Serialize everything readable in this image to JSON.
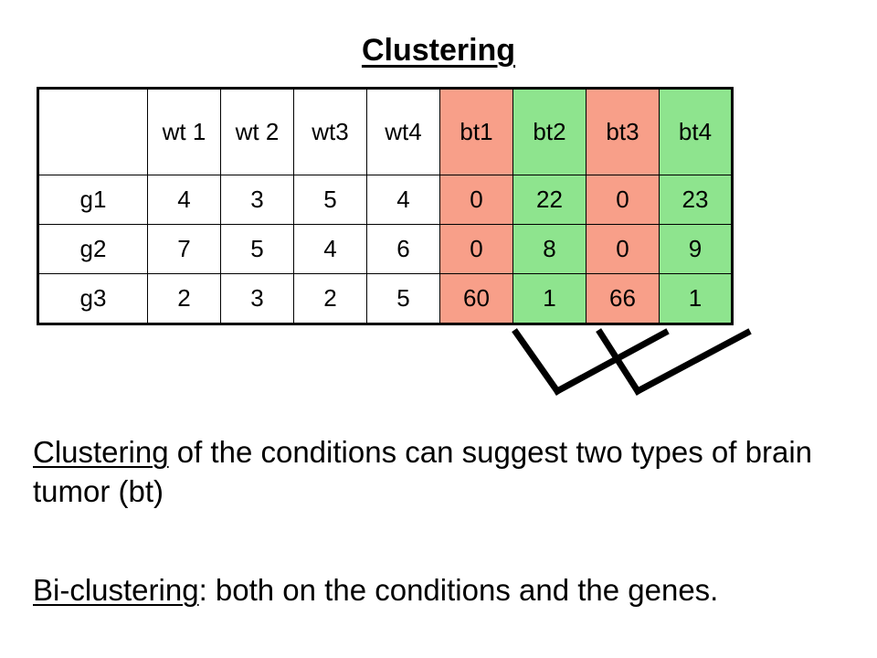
{
  "title": "Clustering",
  "table": {
    "corner": "",
    "columns": [
      {
        "label": "wt 1",
        "group": "wt"
      },
      {
        "label": "wt 2",
        "group": "wt"
      },
      {
        "label": "wt3",
        "group": "wt"
      },
      {
        "label": "wt4",
        "group": "wt"
      },
      {
        "label": "bt1",
        "group": "bt-red"
      },
      {
        "label": "bt2",
        "group": "bt-green"
      },
      {
        "label": "bt3",
        "group": "bt-red"
      },
      {
        "label": "bt4",
        "group": "bt-green"
      }
    ],
    "rows": [
      {
        "gene": "g1",
        "values": [
          "4",
          "3",
          "5",
          "4",
          "0",
          "22",
          "0",
          "23"
        ]
      },
      {
        "gene": "g2",
        "values": [
          "7",
          "5",
          "4",
          "6",
          "0",
          "8",
          "0",
          "9"
        ]
      },
      {
        "gene": "g3",
        "values": [
          "2",
          "3",
          "2",
          "5",
          "60",
          "1",
          "66",
          "1"
        ]
      }
    ]
  },
  "colors": {
    "red_cluster": "#f89f89",
    "green_cluster": "#8ee48e"
  },
  "paragraphs": [
    {
      "keyword": "Clustering",
      "text": " of the conditions can suggest two types of brain tumor (bt)"
    },
    {
      "keyword": "Bi-clustering",
      "text": ": both on the conditions and the genes."
    }
  ]
}
